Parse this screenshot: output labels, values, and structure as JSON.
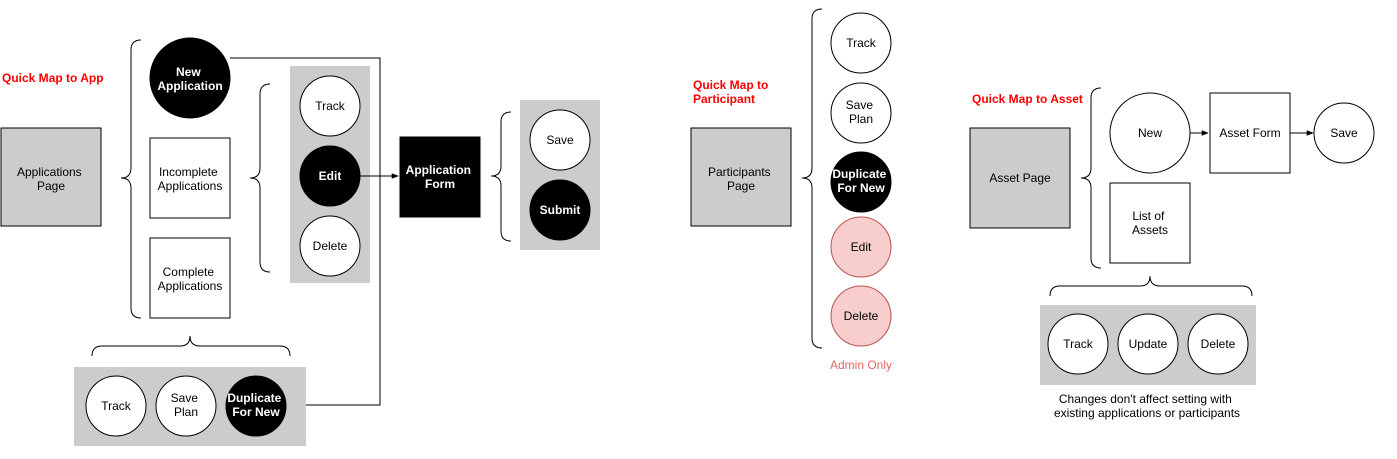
{
  "colors": {
    "gray_fill": "#cccccc",
    "black_fill": "#000000",
    "white_fill": "#ffffff",
    "pink_fill": "#f8cecc",
    "pink_stroke": "#b85450",
    "title_red": "#ff0000",
    "note_pink": "#e06666"
  },
  "app_map": {
    "title": "Quick Map to App",
    "applications_page": [
      "Applications",
      "Page"
    ],
    "new_application": [
      "New",
      "Application"
    ],
    "incomplete_applications": [
      "Incomplete",
      "Applications"
    ],
    "complete_applications": [
      "Complete",
      "Applications"
    ],
    "track": "Track",
    "edit": "Edit",
    "delete": "Delete",
    "application_form": [
      "Application",
      "Form"
    ],
    "save": "Save",
    "submit": "Submit",
    "bottom_track": "Track",
    "bottom_save_plan": [
      "Save",
      "Plan"
    ],
    "bottom_duplicate": [
      "Duplicate",
      "For New"
    ]
  },
  "participant_map": {
    "title": [
      "Quick Map to",
      "Participant"
    ],
    "participants_page": [
      "Participants",
      "Page"
    ],
    "track": "Track",
    "save_plan": [
      "Save",
      "Plan"
    ],
    "duplicate": [
      "Duplicate",
      "For New"
    ],
    "edit": "Edit",
    "delete": "Delete",
    "admin_only": "Admin Only"
  },
  "asset_map": {
    "title": "Quick Map to Asset",
    "asset_page": "Asset Page",
    "new": "New",
    "asset_form": "Asset Form",
    "save": "Save",
    "list_of_assets": [
      "List of",
      "Assets"
    ],
    "track": "Track",
    "update": "Update",
    "delete": "Delete",
    "note": [
      "Changes don't affect setting with",
      "existing applications or participants"
    ]
  }
}
